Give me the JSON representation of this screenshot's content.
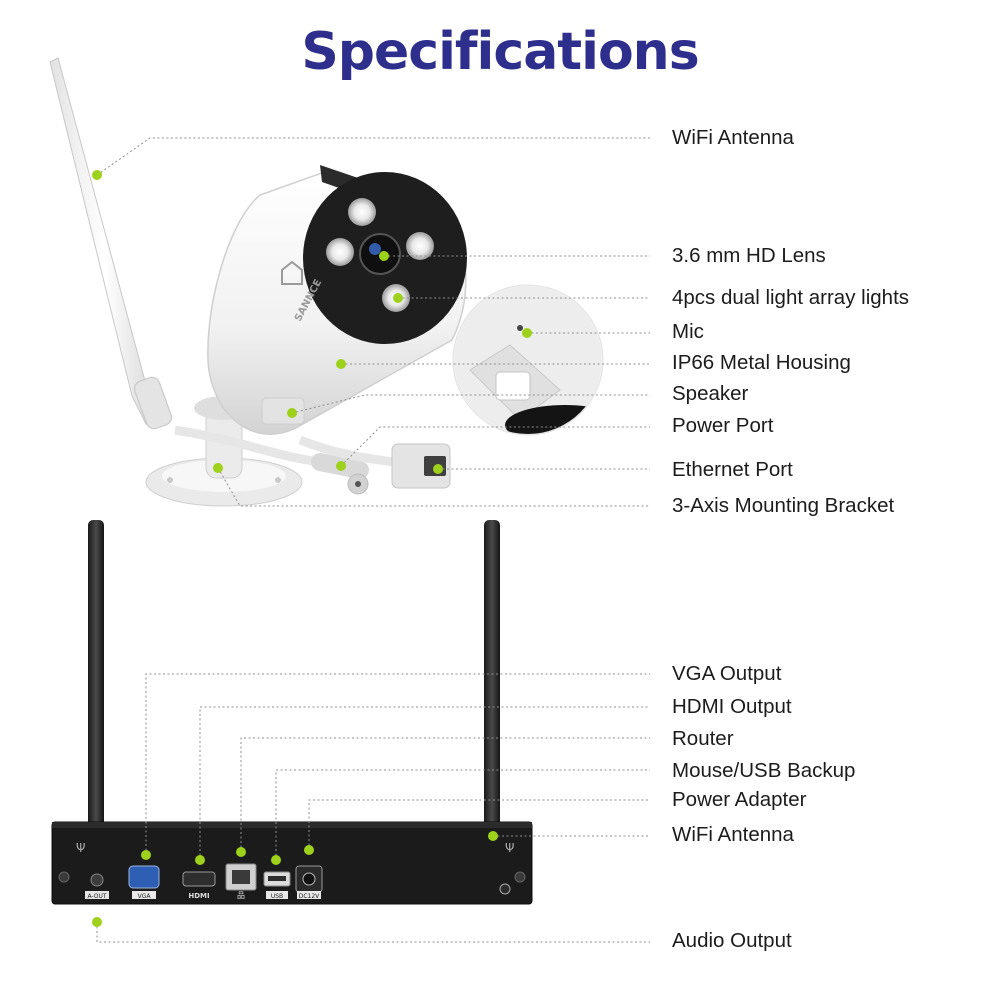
{
  "title": "Specifications",
  "brand": "SANNCE",
  "colors": {
    "title": "#2e2e8c",
    "dot": "#9ed11b",
    "leader": "#8f8f8f",
    "nvr_body": "#1b1b1b"
  },
  "camera_labels": [
    "WiFi Antenna",
    "3.6 mm HD Lens",
    "4pcs dual light array lights",
    "Mic",
    "IP66 Metal Housing",
    "Speaker",
    "Power Port",
    "Ethernet Port",
    "3-Axis Mounting Bracket"
  ],
  "nvr_labels": [
    "VGA Output",
    "HDMI Output",
    "Router",
    "Mouse/USB Backup",
    "Power Adapter",
    "WiFi Antenna",
    "Audio Output"
  ],
  "port_labels": {
    "aout": "A-OUT",
    "vga": "VGA",
    "hdmi": "HDMI",
    "usb": "USB",
    "dc": "DC12V"
  }
}
